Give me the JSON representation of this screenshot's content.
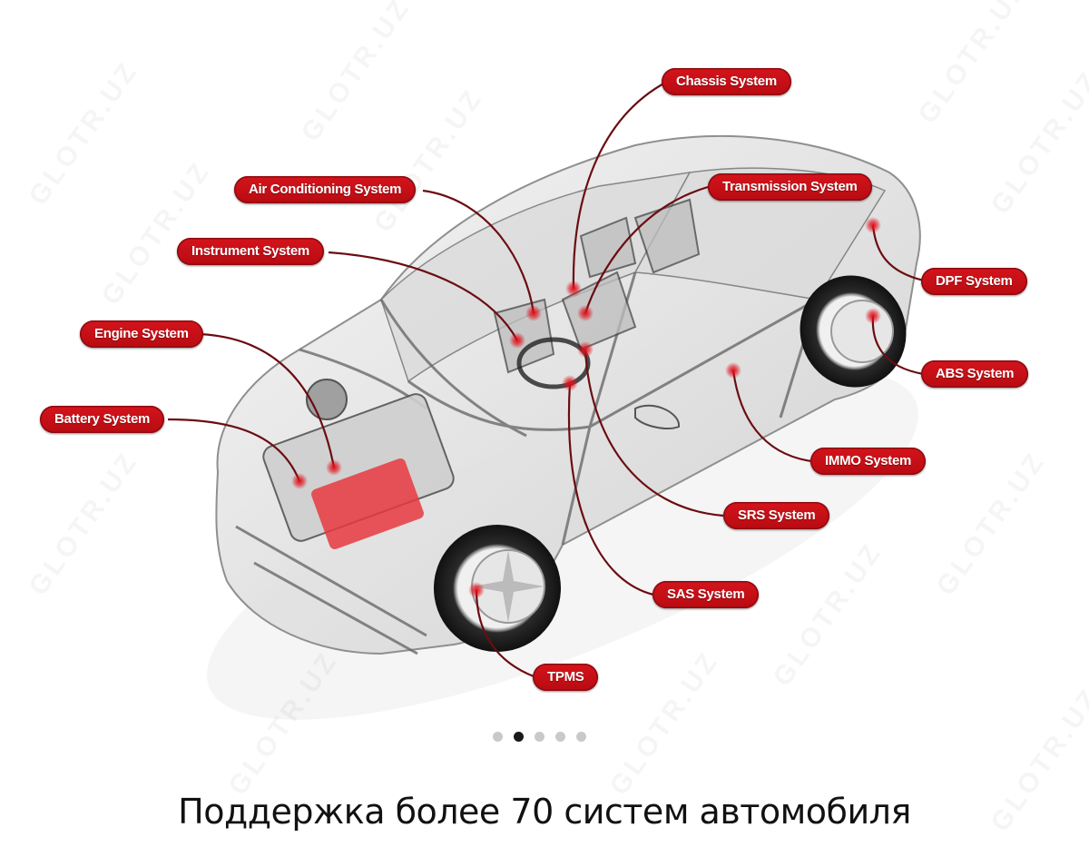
{
  "watermark": {
    "text": "GLOTR.UZ"
  },
  "diagram": {
    "subject": "transparent-car-xray",
    "accent_color": "#c8101a",
    "leader_color": "#6b0d12",
    "labels": [
      {
        "id": "chassis",
        "text": "Chassis System"
      },
      {
        "id": "air_conditioning",
        "text": "Air Conditioning System"
      },
      {
        "id": "transmission",
        "text": "Transmission System"
      },
      {
        "id": "instrument",
        "text": "Instrument System"
      },
      {
        "id": "dpf",
        "text": "DPF System"
      },
      {
        "id": "engine",
        "text": "Engine System"
      },
      {
        "id": "abs",
        "text": "ABS System"
      },
      {
        "id": "battery",
        "text": "Battery System"
      },
      {
        "id": "immo",
        "text": "IMMO System"
      },
      {
        "id": "srs",
        "text": "SRS System"
      },
      {
        "id": "sas",
        "text": "SAS System"
      },
      {
        "id": "tpms",
        "text": "TPMS"
      }
    ]
  },
  "carousel": {
    "count": 5,
    "active_index": 1
  },
  "caption": "Поддержка более 70 систем автомобиля"
}
